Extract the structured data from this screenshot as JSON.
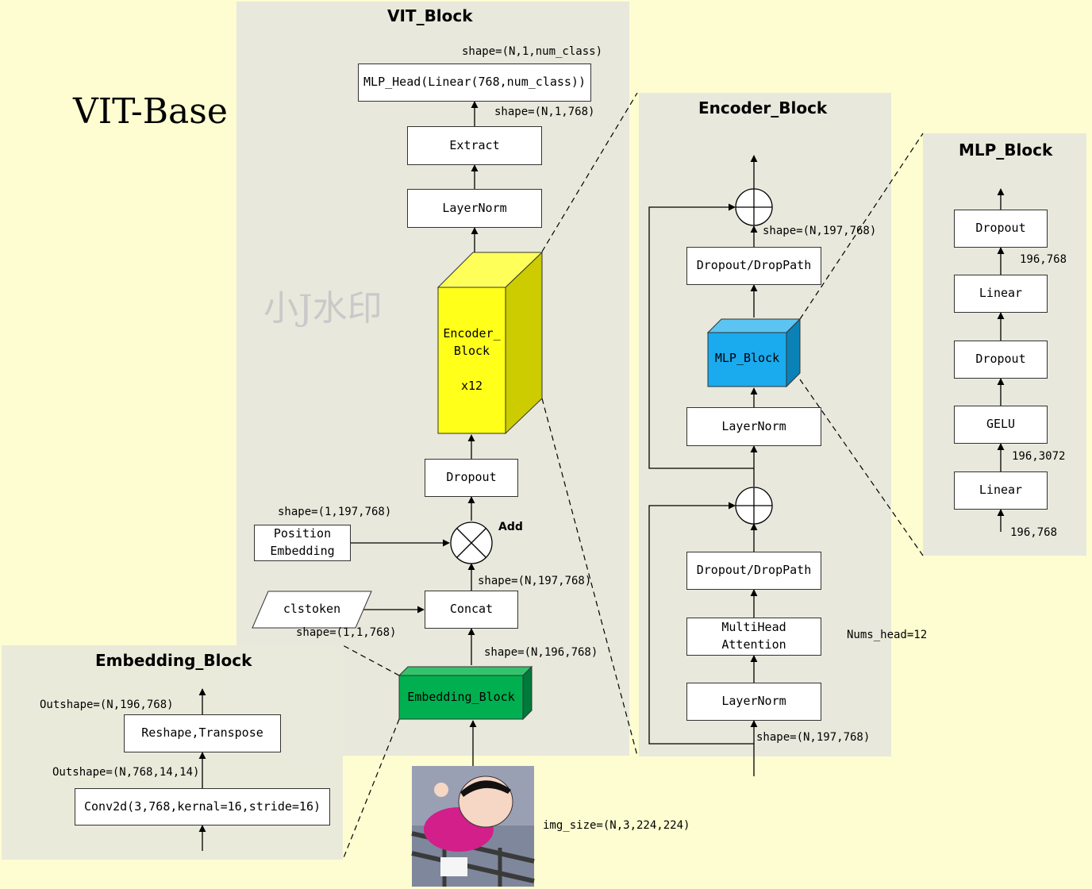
{
  "page": {
    "title": "VIT-Base",
    "watermark": "小J水印"
  },
  "vit_block": {
    "title": "VIT_Block",
    "mlp_head": "MLP_Head(Linear(768,num_class))",
    "shape_out": "shape=(N,1,num_class)",
    "shape_extract": "shape=(N,1,768)",
    "extract": "Extract",
    "layernorm": "LayerNorm",
    "encoder_label": "Encoder_\nBlock",
    "encoder_repeat": "x12",
    "dropout": "Dropout",
    "position_embedding": "Position\nEmbedding",
    "shape_pos": "shape=(1,197,768)",
    "add_label": "Add",
    "shape_concat": "shape=(N,197,768)",
    "cls_token": "clstoken",
    "concat": "Concat",
    "shape_cls": "shape=(1,1,768)",
    "shape_embed": "shape=(N,196,768)",
    "embedding_block": "Embedding_Block",
    "img_size": "img_size=(N,3,224,224)"
  },
  "embedding_block": {
    "title": "Embedding_Block",
    "outshape_top": "Outshape=(N,196,768)",
    "reshape": "Reshape,Transpose",
    "outshape_mid": "Outshape=(N,768,14,14)",
    "conv": "Conv2d(3,768,kernal=16,stride=16)"
  },
  "encoder_block": {
    "title": "Encoder_Block",
    "shape_top": "shape=(N,197,768)",
    "dropout_drop_path_top": "Dropout/DropPath",
    "mlp_block": "MLP_Block",
    "layernorm_top": "LayerNorm",
    "dropout_drop_path_bottom": "Dropout/DropPath",
    "multihead": "MultiHead\nAttention",
    "nums_head": "Nums_head=12",
    "layernorm_bottom": "LayerNorm",
    "shape_bottom": "shape=(N,197,768)"
  },
  "mlp_block": {
    "title": "MLP_Block",
    "dropout_top": "Dropout",
    "shape_1": "196,768",
    "linear_top": "Linear",
    "dropout_mid": "Dropout",
    "gelu": "GELU",
    "shape_2": "196,3072",
    "linear_bottom": "Linear",
    "shape_3": "196,768"
  },
  "colors": {
    "background": "#fdfdd1",
    "panel": "#e8e8dc",
    "encoder_cube": "#ffff1a",
    "embedding_cube": "#00b050",
    "mlp_cube": "#1aaaee"
  }
}
